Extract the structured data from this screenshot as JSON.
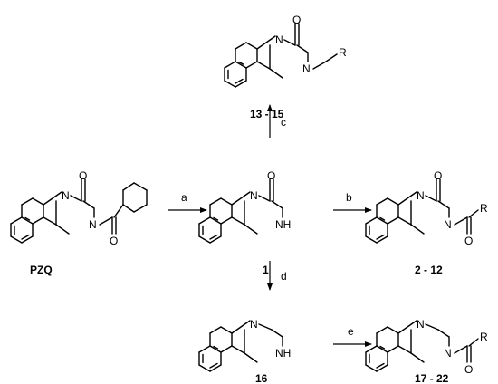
{
  "compounds": {
    "pzq": "PZQ",
    "core": "1",
    "amides": "2 - 12",
    "alkyl": "13 - 15",
    "piperazine": "16",
    "amides2": "17 - 22"
  },
  "steps": {
    "a": "a",
    "b": "b",
    "c": "c",
    "d": "d",
    "e": "e"
  },
  "atoms": {
    "oxygen": "O",
    "nitrogen": "N",
    "amine": "NH",
    "r_group": "R"
  }
}
